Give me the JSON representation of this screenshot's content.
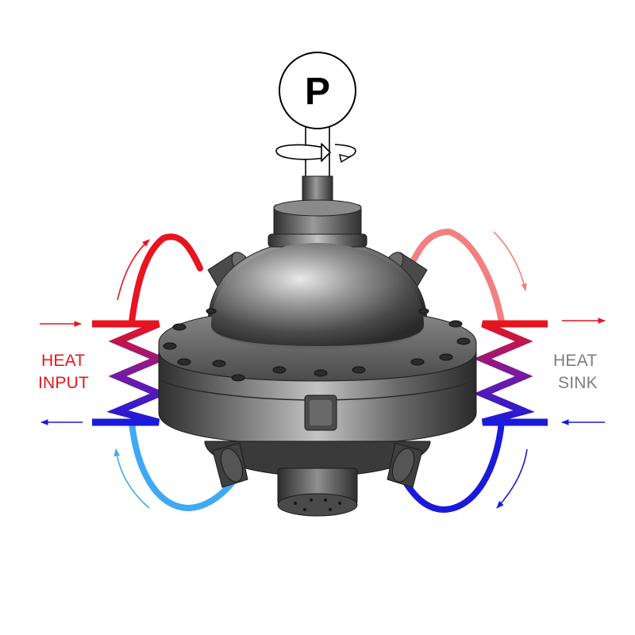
{
  "pump": {
    "symbol": "P"
  },
  "labels": {
    "heat_input": [
      "HEAT",
      "INPUT"
    ],
    "heat_sink": [
      "HEAT",
      "SINK"
    ]
  },
  "colors": {
    "hot": "#e8141e",
    "hot_faded": "#f28080",
    "cold": "#1a1adb",
    "cool_light": "#3fa9f5",
    "coil_mid": "#7a1aa0",
    "heat_input_text": "#e8141e",
    "heat_sink_text": "#7d7d7d",
    "metal_dark": "#3c3c3c",
    "metal_mid": "#6b6b6b",
    "metal_light": "#b5b5b5"
  },
  "icons": {
    "pump": "circle-letter-p",
    "rotation": "rotation-arrow",
    "flow": "flow-arrow"
  }
}
